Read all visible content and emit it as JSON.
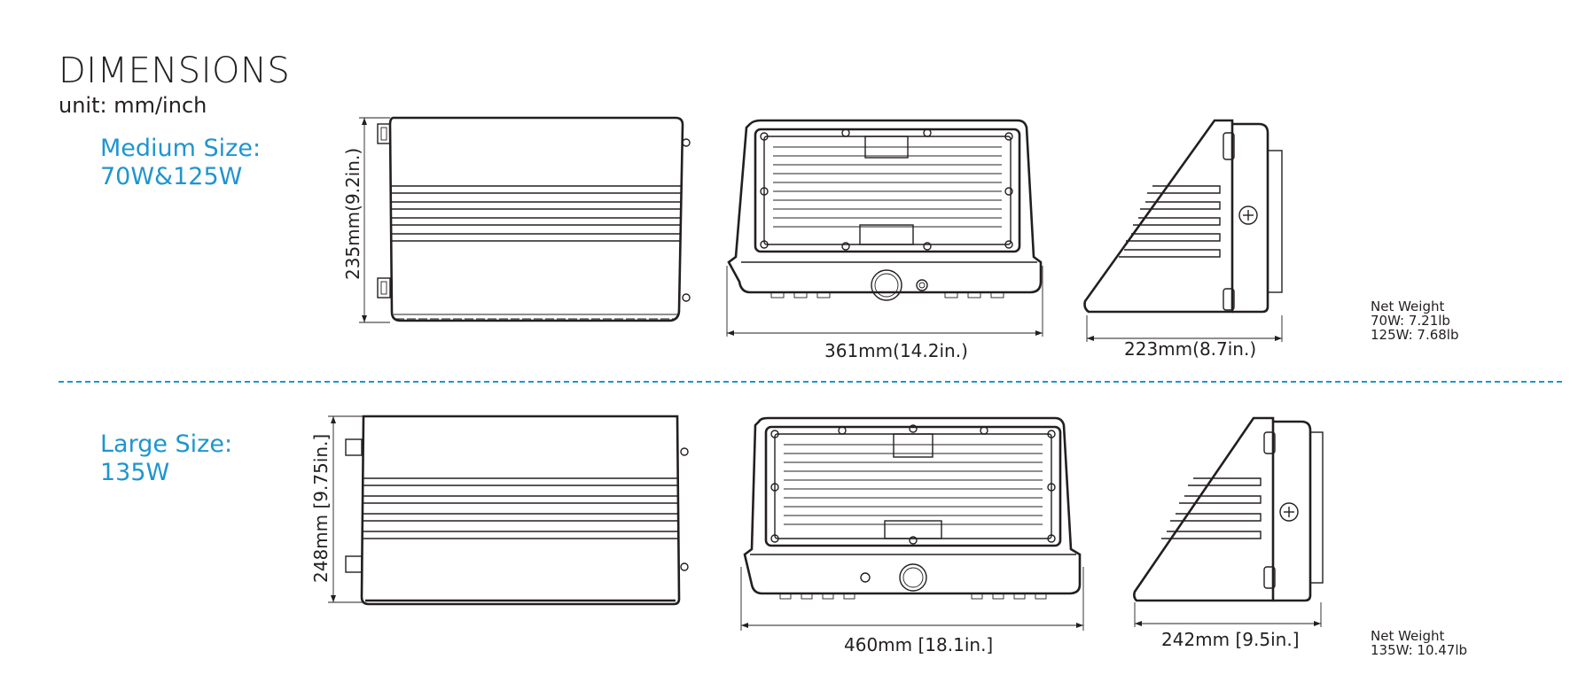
{
  "header": {
    "title": "DIMENSIONS",
    "unit": "unit: mm/inch"
  },
  "colors": {
    "accent": "#1f95cf",
    "text": "#231f20"
  },
  "medium": {
    "label_line1": "Medium Size:",
    "label_line2": "70W&125W",
    "height_dim": "235mm(9.2in.)",
    "width_dim": "361mm(14.2in.)",
    "depth_dim": "223mm(8.7in.)",
    "weight_title": "Net  Weight",
    "weight_line1": "70W: 7.21lb",
    "weight_line2": "125W: 7.68lb"
  },
  "large": {
    "label_line1": "Large Size:",
    "label_line2": "135W",
    "height_dim": "248mm [9.75in.]",
    "width_dim": "460mm [18.1in.]",
    "depth_dim": "242mm [9.5in.]",
    "weight_title": "Net  Weight",
    "weight_line1": "135W: 10.47lb"
  }
}
